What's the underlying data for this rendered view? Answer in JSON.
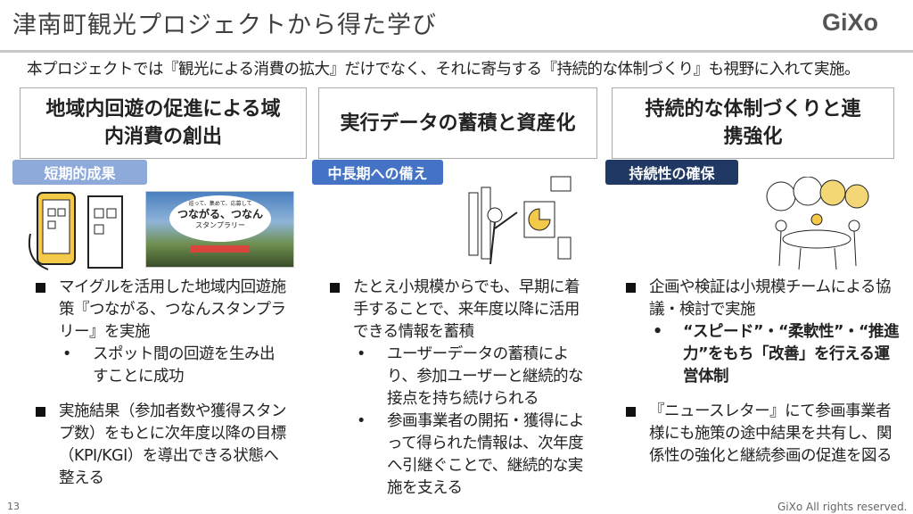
{
  "header": {
    "title": "津南町観光プロジェクトから得た学び",
    "logo": "GiXo"
  },
  "lead": "本プロジェクトでは『観光による消費の拡大』だけでなく、それに寄与する『持続的な体制づくり』も視野に入れて実施。",
  "columns": [
    {
      "heading": "地域内回遊の促進による域内消費の創出",
      "badge": "短期的成果",
      "badge_color": "#8eaadb",
      "items": [
        {
          "text": "マイグルを活用した地域内回遊施策『つながる、つなんスタンプラリー』を実施",
          "subs": [
            "スポット間の回遊を生み出すことに成功"
          ]
        },
        {
          "text": "実施結果（参加者数や獲得スタンプ数）をもとに次年度以降の目標（KPI/KGI）を導出できる状態へ整える",
          "subs": []
        }
      ]
    },
    {
      "heading": "実行データの蓄積と資産化",
      "badge": "中長期への備え",
      "badge_color": "#4472c4",
      "items": [
        {
          "text": "たとえ小規模からでも、早期に着手することで、来年度以降に活用できる情報を蓄積",
          "subs": [
            "ユーザーデータの蓄積により、参加ユーザーと継続的な接点を持ち続けられる",
            "参画事業者の開拓・獲得によって得られた情報は、次年度へ引継ぐことで、継続的な実施を支える"
          ]
        }
      ]
    },
    {
      "heading": "持続的な体制づくりと連携強化",
      "badge": "持続性の確保",
      "badge_color": "#1f3864",
      "items": [
        {
          "text": "企画や検証は小規模チームによる協議・検討で実施",
          "subs": [
            "“スピード”・“柔軟性”・“推進力”をもち「改善」を行える運営体制"
          ]
        },
        {
          "text": "『ニュースレター』にて参画事業者様にも施策の途中結果を共有し、関係性の強化と継続参画の促進を図る",
          "subs": []
        }
      ]
    }
  ],
  "poster": {
    "tagline": "巡って、集めて、応募して",
    "title": "つながる、つなん",
    "subtitle": "スタンプラリー"
  },
  "footer": {
    "page": "13",
    "copyright": "GiXo All rights reserved."
  }
}
